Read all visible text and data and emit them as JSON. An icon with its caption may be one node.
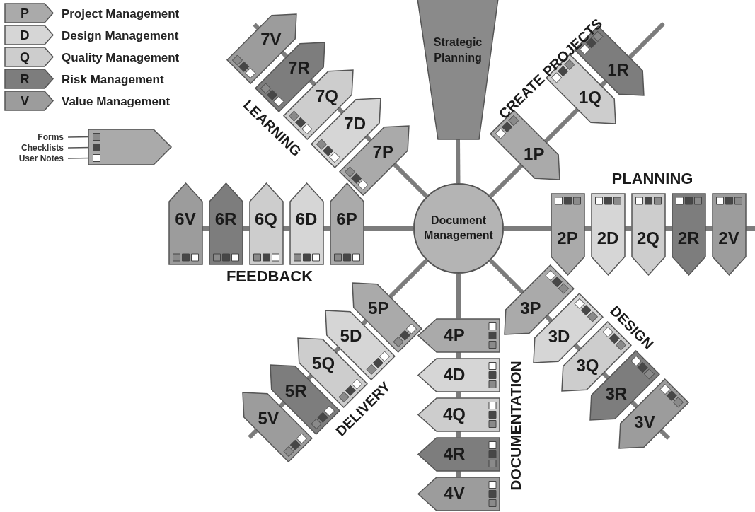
{
  "diagram": {
    "nodes": [
      {
        "text": [
          "P"
        ],
        "beside": [
          "Project Management"
        ]
      },
      {
        "text": [
          "D"
        ],
        "beside": [
          "Design Management"
        ]
      },
      {
        "text": [
          "Q"
        ],
        "beside": [
          "Quality Management"
        ]
      },
      {
        "text": [
          "R"
        ],
        "beside": [
          "Risk Management"
        ]
      },
      {
        "text": [
          "V"
        ],
        "beside": [
          "Value Management"
        ]
      },
      {
        "text": [
          "Forms"
        ]
      },
      {
        "text": [
          "Checklists"
        ]
      },
      {
        "text": [
          "User Notes"
        ]
      },
      {
        "text": [],
        "shape": "pentagon"
      },
      {
        "text": [],
        "shape": "box",
        "in": 8
      },
      {
        "text": [],
        "shape": "box",
        "in": 8
      },
      {
        "text": [],
        "shape": "box",
        "in": 8
      },
      {
        "text": [
          "Strategic Planning"
        ]
      },
      {
        "text": [
          "Document Management"
        ]
      },
      {
        "text": [
          "1P"
        ]
      },
      {
        "text": [
          "1Q"
        ]
      },
      {
        "text": [
          "1R"
        ]
      },
      {
        "text": [
          "2P"
        ]
      },
      {
        "text": [
          "2D"
        ]
      },
      {
        "text": [
          "2Q"
        ]
      },
      {
        "text": [
          "2R"
        ]
      },
      {
        "text": [
          "2V"
        ]
      },
      {
        "text": [
          "3P"
        ]
      },
      {
        "text": [
          "3D"
        ]
      },
      {
        "text": [
          "3Q"
        ]
      },
      {
        "text": [
          "3R"
        ]
      },
      {
        "text": [
          "3V"
        ]
      },
      {
        "text": [
          "4P"
        ]
      },
      {
        "text": [
          "4D"
        ]
      },
      {
        "text": [
          "4Q"
        ]
      },
      {
        "text": [
          "4R"
        ]
      },
      {
        "text": [
          "4V"
        ]
      },
      {
        "text": [
          "5P"
        ]
      },
      {
        "text": [
          "5D"
        ]
      },
      {
        "text": [
          "5Q"
        ]
      },
      {
        "text": [
          "5R"
        ]
      },
      {
        "text": [
          "5V"
        ]
      },
      {
        "text": [
          "6P"
        ]
      },
      {
        "text": [
          "6D"
        ]
      },
      {
        "text": [
          "6Q"
        ]
      },
      {
        "text": [
          "6R"
        ]
      },
      {
        "text": [
          "6V"
        ]
      },
      {
        "text": [
          "7P"
        ]
      },
      {
        "text": [
          "7D"
        ]
      },
      {
        "text": [
          "7Q"
        ]
      },
      {
        "text": [
          "7R"
        ]
      },
      {
        "text": [
          "7V"
        ]
      }
    ],
    "edges": [
      {
        "from": 13,
        "to": 12,
        "arrow": "none"
      },
      {
        "from": 13,
        "to": 14,
        "arrow": "none"
      },
      {
        "from": 14,
        "to": 15,
        "arrow": "none"
      },
      {
        "from": 15,
        "to": 16,
        "arrow": "none"
      },
      {
        "from": 16,
        "to": null,
        "arrow": "none"
      },
      {
        "from": 13,
        "to": 17,
        "arrow": "none"
      },
      {
        "from": 17,
        "to": 18,
        "arrow": "none"
      },
      {
        "from": 18,
        "to": 19,
        "arrow": "none"
      },
      {
        "from": 19,
        "to": 20,
        "arrow": "none"
      },
      {
        "from": 20,
        "to": 21,
        "arrow": "none"
      },
      {
        "from": 21,
        "to": null,
        "arrow": "none"
      },
      {
        "from": 13,
        "to": 22,
        "arrow": "none"
      },
      {
        "from": 22,
        "to": 23,
        "arrow": "none"
      },
      {
        "from": 23,
        "to": 24,
        "arrow": "none"
      },
      {
        "from": 24,
        "to": 25,
        "arrow": "none"
      },
      {
        "from": 25,
        "to": 26,
        "arrow": "none"
      },
      {
        "from": 26,
        "to": null,
        "arrow": "none"
      },
      {
        "from": 13,
        "to": 27,
        "arrow": "none"
      },
      {
        "from": 27,
        "to": 28,
        "arrow": "none"
      },
      {
        "from": 28,
        "to": 29,
        "arrow": "none"
      },
      {
        "from": 29,
        "to": 30,
        "arrow": "none"
      },
      {
        "from": 30,
        "to": 31,
        "arrow": "none"
      },
      {
        "from": 13,
        "to": 32,
        "arrow": "none"
      },
      {
        "from": 32,
        "to": 33,
        "arrow": "none"
      },
      {
        "from": 33,
        "to": 34,
        "arrow": "none"
      },
      {
        "from": 34,
        "to": 35,
        "arrow": "none"
      },
      {
        "from": 35,
        "to": 36,
        "arrow": "none"
      },
      {
        "from": 36,
        "to": null,
        "arrow": "none"
      },
      {
        "from": 13,
        "to": 37,
        "arrow": "none"
      },
      {
        "from": 37,
        "to": 38,
        "arrow": "none"
      },
      {
        "from": 38,
        "to": 39,
        "arrow": "none"
      },
      {
        "from": 39,
        "to": 40,
        "arrow": "none"
      },
      {
        "from": 40,
        "to": 41,
        "arrow": "none"
      },
      {
        "from": 13,
        "to": 42,
        "arrow": "none"
      },
      {
        "from": 42,
        "to": 43,
        "arrow": "none"
      },
      {
        "from": 43,
        "to": 44,
        "arrow": "none"
      },
      {
        "from": 44,
        "to": 45,
        "arrow": "none"
      },
      {
        "from": 45,
        "to": 46,
        "arrow": "none"
      },
      {
        "from": 46,
        "to": null,
        "arrow": "none"
      },
      {
        "from": 5,
        "to": 9,
        "arrow": "none",
        "color": "#555555"
      },
      {
        "from": 6,
        "to": 10,
        "arrow": "none",
        "color": "#555555"
      },
      {
        "from": 7,
        "to": 11,
        "arrow": "none",
        "color": "#555555"
      }
    ],
    "labels": [
      "CREATE PROJECTS",
      "PLANNING",
      "DESIGN",
      "DOCUMENTATION",
      "DELIVERY",
      "FEEDBACK",
      "LEARNING"
    ]
  }
}
